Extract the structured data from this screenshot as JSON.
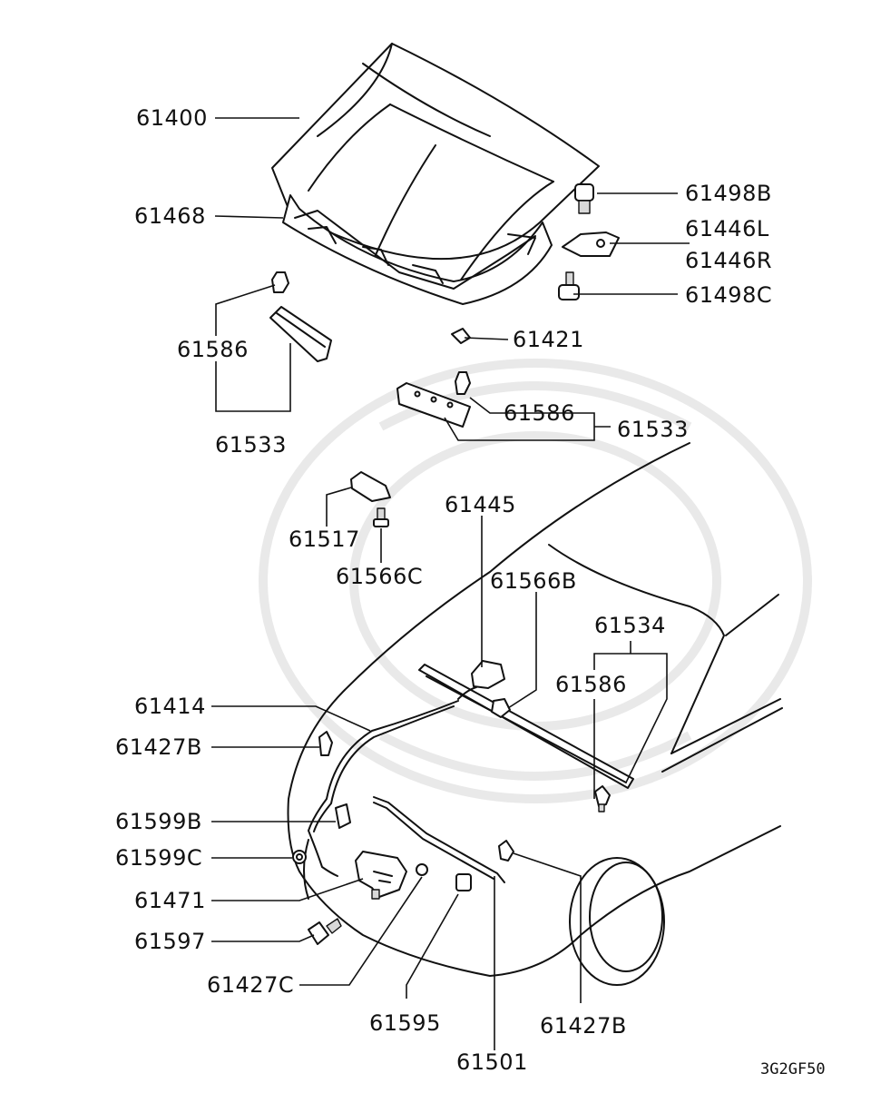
{
  "diagram": {
    "code": "3G2GF50",
    "labels": {
      "l61400": "61400",
      "l61468": "61468",
      "l61498B": "61498B",
      "l61446L": "61446L",
      "l61446R": "61446R",
      "l61498C": "61498C",
      "l61421": "61421",
      "l61586a": "61586",
      "l61533a": "61533",
      "l61586b": "61586",
      "l61533b": "61533",
      "l61517": "61517",
      "l61566C": "61566C",
      "l61445": "61445",
      "l61566B": "61566B",
      "l61534": "61534",
      "l61586c": "61586",
      "l61414": "61414",
      "l61427Ba": "61427B",
      "l61599B": "61599B",
      "l61599C": "61599C",
      "l61471": "61471",
      "l61597": "61597",
      "l61427C": "61427C",
      "l61595": "61595",
      "l61501": "61501",
      "l61427Bb": "61427B"
    }
  }
}
